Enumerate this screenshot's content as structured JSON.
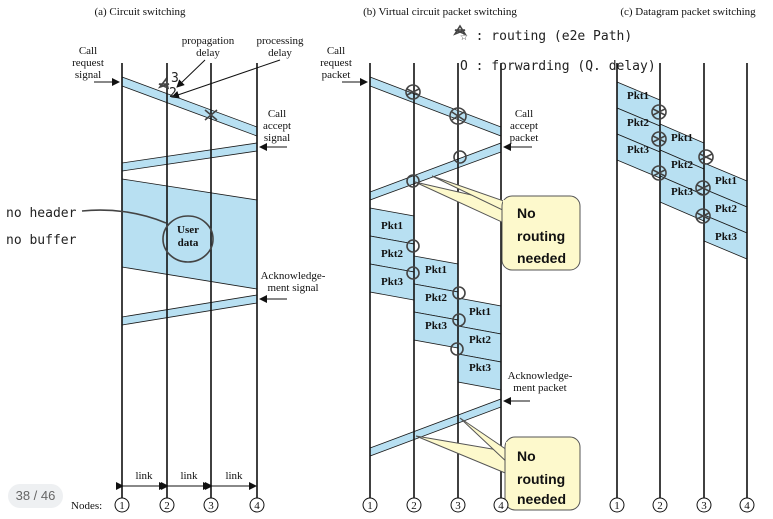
{
  "titles": {
    "a": "(a) Circuit switching",
    "b": "(b) Virtual circuit packet switching",
    "c": "(c) Datagram packet switching"
  },
  "labels": {
    "call_request_signal": [
      "Call",
      "request",
      "signal"
    ],
    "propagation_delay": [
      "propagation",
      "delay"
    ],
    "processing_delay": [
      "processing",
      "delay"
    ],
    "call_accept_signal": [
      "Call",
      "accept",
      "signal"
    ],
    "user_data": [
      "User",
      "data"
    ],
    "ack_signal": [
      "Acknowledge-",
      "ment signal"
    ],
    "call_request_packet": [
      "Call",
      "request",
      "packet"
    ],
    "call_accept_packet": [
      "Call",
      "accept",
      "packet"
    ],
    "ack_packet": [
      "Acknowledge-",
      "ment packet"
    ],
    "link": "link",
    "nodes": "Nodes:",
    "node_numbers": [
      "1",
      "2",
      "3",
      "4"
    ]
  },
  "packets": [
    "Pkt1",
    "Pkt2",
    "Pkt3"
  ],
  "callouts": [
    [
      "No",
      "routing",
      "needed"
    ],
    [
      "No",
      "routing",
      "needed"
    ]
  ],
  "annotations": {
    "routing": "☆ : routing (e2e Path)",
    "forwarding": "O : forwarding (Q. delay)",
    "no_header": "no header",
    "no_buffer": "no buffer",
    "mark_3": "3",
    "mark_2": "2"
  },
  "page": "38 / 46"
}
